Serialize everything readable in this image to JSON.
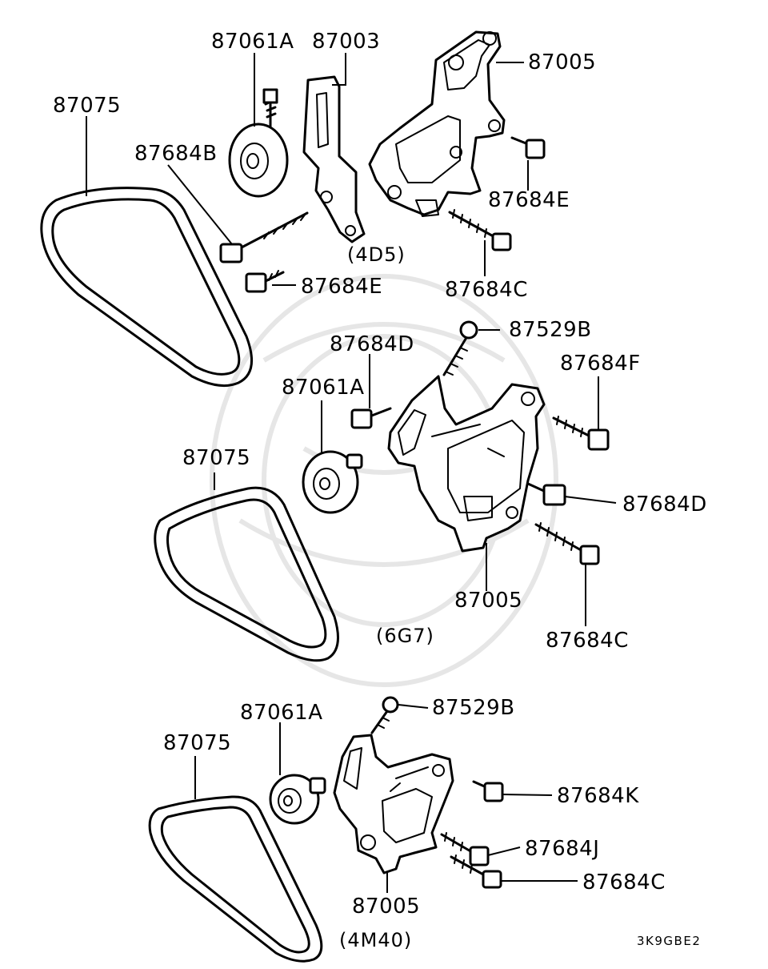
{
  "groups": [
    {
      "engine": "(4D5)",
      "labels": {
        "belt": "87075",
        "pulley": "87061A",
        "bracket": "87003",
        "mount_bracket": "87005",
        "bolt_b": "87684B",
        "bolt_e_left": "87684E",
        "bolt_e_right": "87684E",
        "bolt_c": "87684C"
      }
    },
    {
      "engine": "(6G7)",
      "labels": {
        "belt": "87075",
        "pulley": "87061A",
        "bolt_d_top": "87684D",
        "bolt_529b": "87529B",
        "bolt_f": "87684F",
        "bolt_d_right": "87684D",
        "mount_bracket": "87005",
        "bolt_c": "87684C"
      }
    },
    {
      "engine": "(4M40)",
      "labels": {
        "belt": "87075",
        "pulley": "87061A",
        "bolt_529b": "87529B",
        "bolt_k": "87684K",
        "bolt_j": "87684J",
        "bolt_c": "87684C",
        "mount_bracket": "87005"
      }
    }
  ],
  "diagram_code": "3K9GBE2"
}
